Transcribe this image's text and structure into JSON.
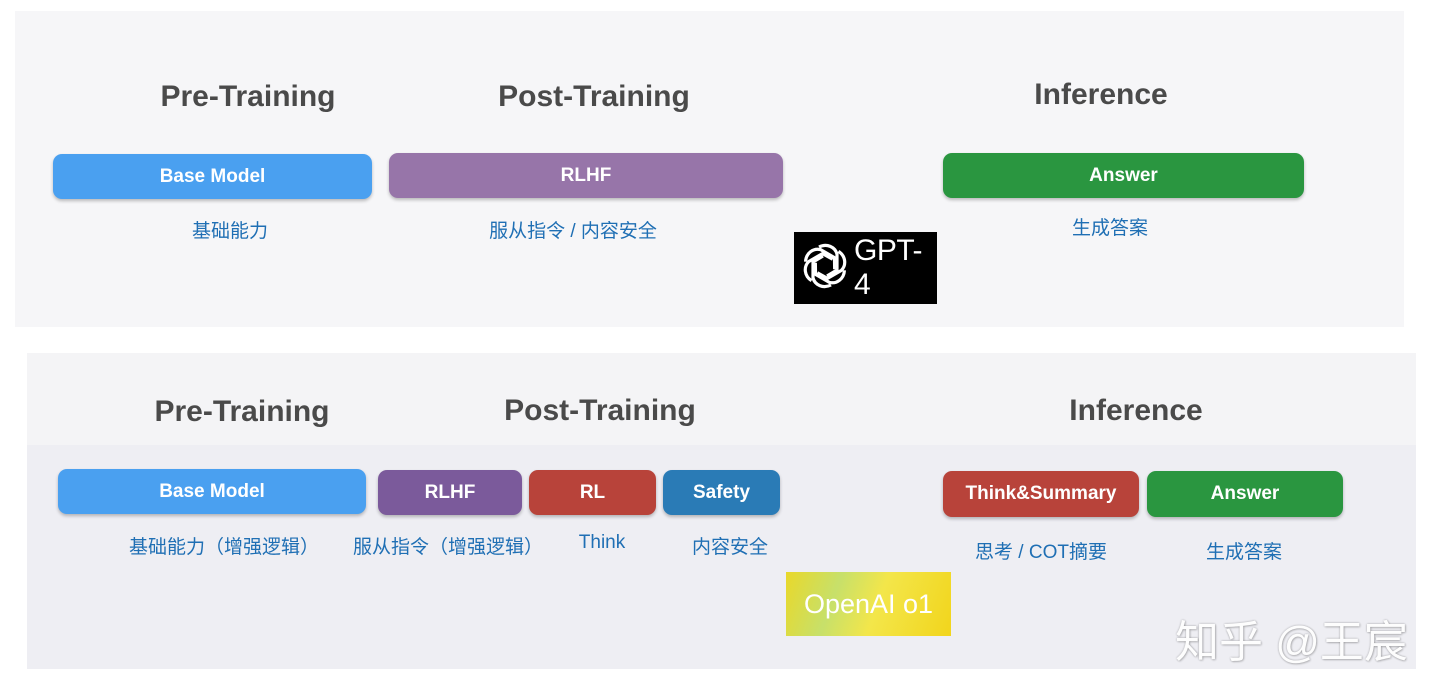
{
  "top": {
    "stages": {
      "pre": "Pre-Training",
      "post": "Post-Training",
      "inference": "Inference"
    },
    "boxes": {
      "base_model": "Base Model",
      "rlhf": "RLHF",
      "answer": "Answer"
    },
    "captions": {
      "base_model": "基础能力",
      "rlhf": "服从指令 / 内容安全",
      "answer": "生成答案"
    },
    "logo": {
      "icon": "openai-logo-icon",
      "text": "GPT-4"
    }
  },
  "bottom": {
    "stages": {
      "pre": "Pre-Training",
      "post": "Post-Training",
      "inference": "Inference"
    },
    "boxes": {
      "base_model": "Base Model",
      "rlhf": "RLHF",
      "rl": "RL",
      "safety": "Safety",
      "think_summary": "Think&Summary",
      "answer": "Answer"
    },
    "captions": {
      "base_model": "基础能力（增强逻辑）",
      "rlhf": "服从指令（增强逻辑）",
      "rl": "Think",
      "safety": "内容安全",
      "think_summary": "思考 / COT摘要",
      "answer": "生成答案"
    },
    "logo": {
      "text": "OpenAI o1"
    }
  },
  "watermark": "知乎 @王宸",
  "colors": {
    "base_model": "#4aa0f0",
    "rlhf_top": "#9775a9",
    "rlhf_bottom": "#7b5a9b",
    "rl": "#b8433a",
    "safety": "#2a7bb6",
    "think_summary": "#b8433a",
    "answer": "#2a9640",
    "caption": "#1f6fb4"
  }
}
